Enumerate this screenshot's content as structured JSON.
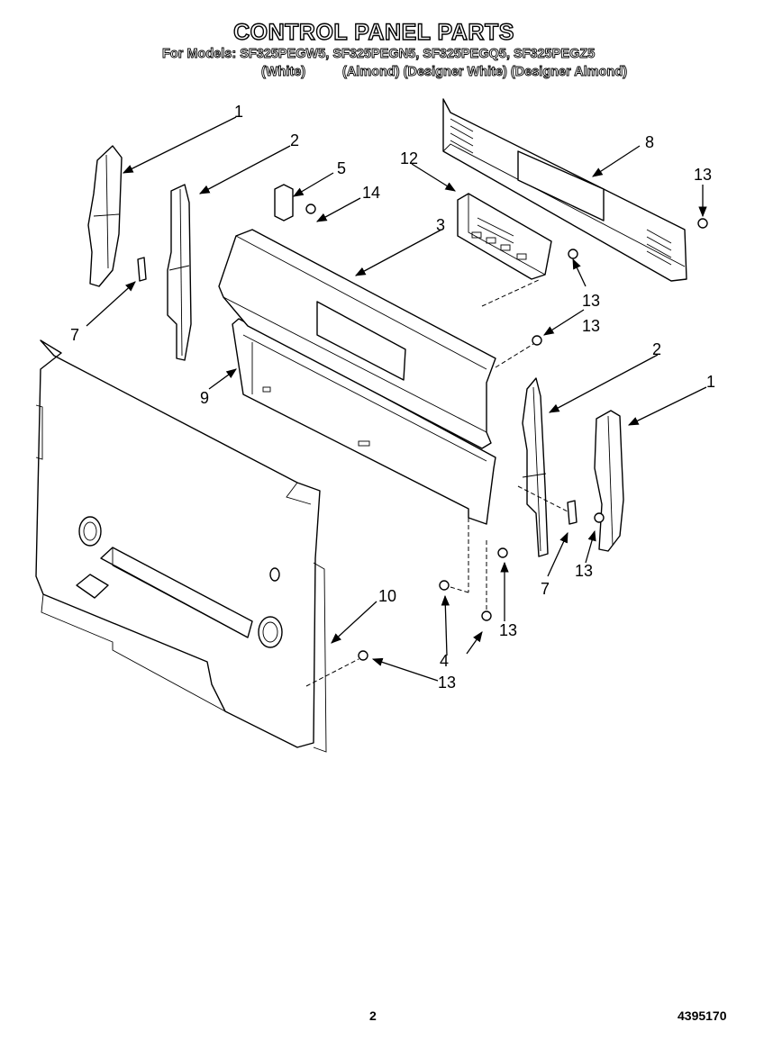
{
  "header": {
    "title": "CONTROL PANEL PARTS",
    "models_line": "For Models: SF325PEGW5, SF325PEGN5, SF325PEGQ5, SF325PEGZ5",
    "variant_1": "(White)",
    "variant_2": "(Almond) (Designer White) (Designer Almond)"
  },
  "callouts": [
    {
      "id": "left-end-cap",
      "label": "1"
    },
    {
      "id": "left-bracket",
      "label": "2"
    },
    {
      "id": "control-panel",
      "label": "3"
    },
    {
      "id": "screw-4",
      "label": "4"
    },
    {
      "id": "switch-5",
      "label": "5"
    },
    {
      "id": "clip-left",
      "label": "7"
    },
    {
      "id": "rear-panel",
      "label": "8"
    },
    {
      "id": "rail-9",
      "label": "9"
    },
    {
      "id": "backguard-10",
      "label": "10"
    },
    {
      "id": "clock-module",
      "label": "12"
    },
    {
      "id": "screw-13-top-right",
      "label": "13"
    },
    {
      "id": "screw-13-clock",
      "label": "13"
    },
    {
      "id": "screw-13-mid",
      "label": "13"
    },
    {
      "id": "screw-14",
      "label": "14"
    },
    {
      "id": "right-bracket",
      "label": "2"
    },
    {
      "id": "right-end-cap",
      "label": "1"
    },
    {
      "id": "screw-13-right-cap",
      "label": "13"
    },
    {
      "id": "clip-right",
      "label": "7"
    },
    {
      "id": "screw-13-lower-mid",
      "label": "13"
    },
    {
      "id": "screw-13-bottom",
      "label": "13"
    }
  ],
  "footer": {
    "page_number": "2",
    "doc_number": "4395170"
  }
}
